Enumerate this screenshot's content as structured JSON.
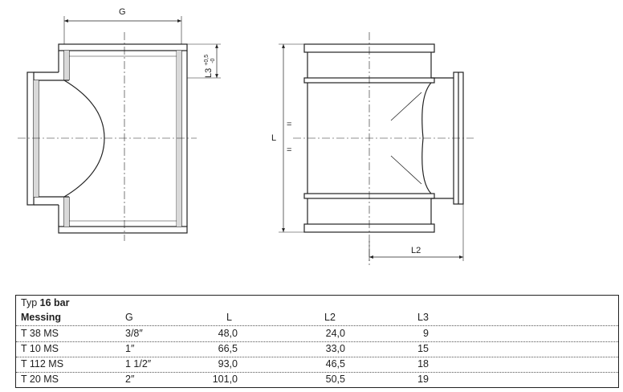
{
  "drawing": {
    "dim_G": "G",
    "dim_L3_base": "L3",
    "dim_L3_tol": "+0,5",
    "dim_L3_tol2": "-0",
    "dim_L": "L",
    "dim_equal": "=",
    "dim_L2": "L2"
  },
  "table": {
    "type_prefix": "Typ",
    "pressure": "16 bar",
    "material": "Messing",
    "columns": [
      "G",
      "L",
      "L2",
      "L3"
    ],
    "rows": [
      {
        "name": "T 38 MS",
        "g": "3/8″",
        "l": "48,0",
        "l2": "24,0",
        "l3": "9"
      },
      {
        "name": "T 10 MS",
        "g": "1″",
        "l": "66,5",
        "l2": "33,0",
        "l3": "15"
      },
      {
        "name": "T 112 MS",
        "g": "1 1/2″",
        "l": "93,0",
        "l2": "46,5",
        "l3": "18"
      },
      {
        "name": "T 20 MS",
        "g": "2″",
        "l": "101,0",
        "l2": "50,5",
        "l3": "19"
      }
    ]
  }
}
